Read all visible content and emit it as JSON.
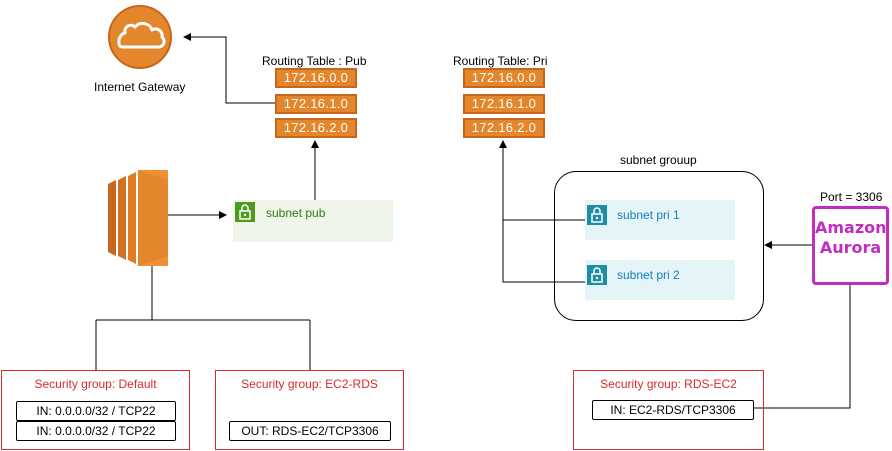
{
  "internet_gateway": {
    "label": "Internet Gateway"
  },
  "routing_table_pub": {
    "title": "Routing Table : Pub",
    "routes": [
      "172.16.0.0",
      "172.16.1.0",
      "172.16.2.0"
    ]
  },
  "routing_table_pri": {
    "title": "Routing Table: Pri",
    "routes": [
      "172.16.0.0",
      "172.16.1.0",
      "172.16.2.0"
    ]
  },
  "subnet_pub": {
    "label": "subnet pub"
  },
  "subnet_group": {
    "title": "subnet grouup",
    "subnets": [
      "subnet pri 1",
      "subnet pri 2"
    ]
  },
  "aurora": {
    "port_label": "Port = 3306",
    "line1": "Amazon",
    "line2": "Aurora"
  },
  "sg_default": {
    "title": "Security group: Default",
    "rules": [
      "IN: 0.0.0.0/32 / TCP22",
      "IN: 0.0.0.0/32 / TCP22"
    ]
  },
  "sg_ec2_rds": {
    "title": "Security group: EC2-RDS",
    "rules": [
      "OUT: RDS-EC2/TCP3306"
    ]
  },
  "sg_rds_ec2": {
    "title": "Security group: RDS-EC2",
    "rules": [
      "IN:  EC2-RDS/TCP3306"
    ]
  },
  "colors": {
    "orange": "#e4862b",
    "red": "#d92b2b",
    "magenta": "#c12cc1",
    "green": "#2e7d13",
    "teal": "#147eba"
  }
}
